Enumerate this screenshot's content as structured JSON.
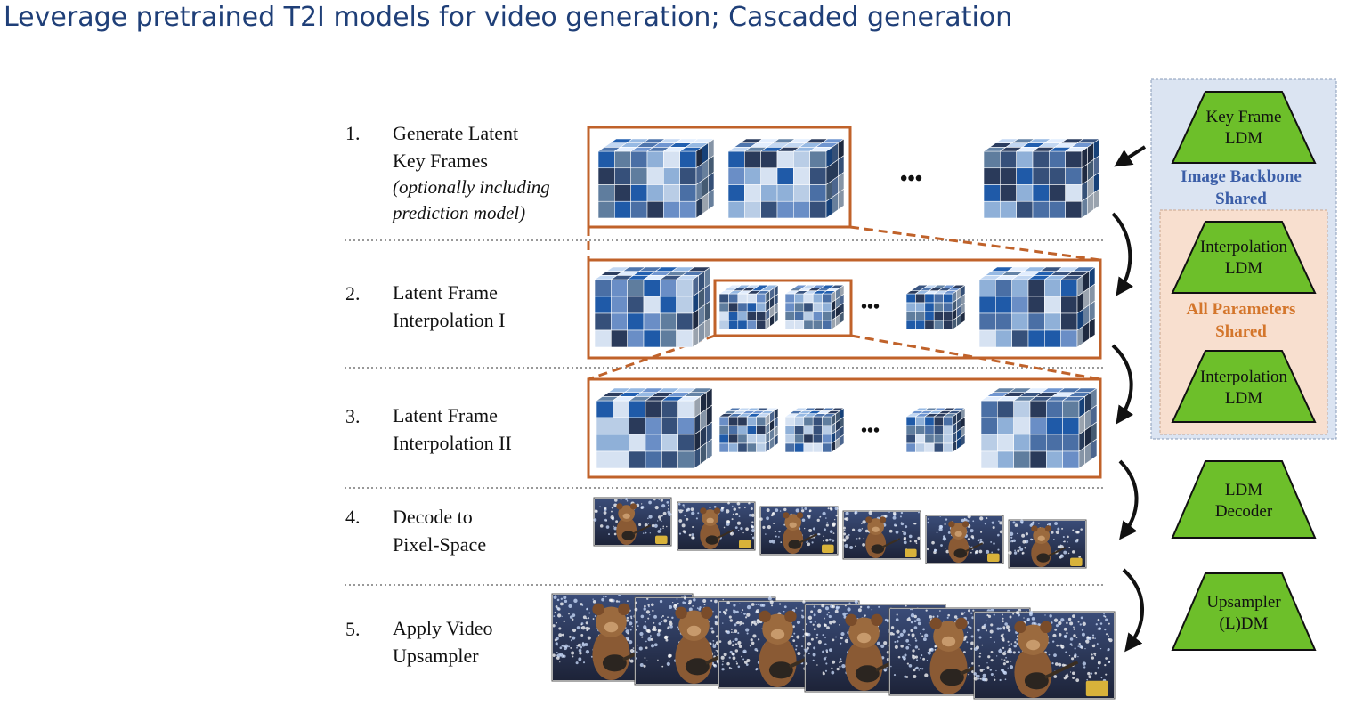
{
  "title": "Leverage pretrained T2I models for video generation; Cascaded generation",
  "steps": [
    {
      "num": "1.",
      "line1": "Generate Latent",
      "line2": "Key Frames",
      "line3": "(optionally including",
      "line4": "prediction model)"
    },
    {
      "num": "2.",
      "line1": "Latent Frame",
      "line2": "Interpolation I"
    },
    {
      "num": "3.",
      "line1": "Latent Frame",
      "line2": "Interpolation II"
    },
    {
      "num": "4.",
      "line1": "Decode to",
      "line2": "Pixel-Space"
    },
    {
      "num": "5.",
      "line1": "Apply Video",
      "line2": "Upsampler"
    }
  ],
  "ellipsis": "•••",
  "models": {
    "keyframe": {
      "line1": "Key Frame",
      "line2": "LDM"
    },
    "backbone_note": {
      "line1": "Image Backbone",
      "line2": "Shared"
    },
    "interp1": {
      "line1": "Interpolation",
      "line2": "LDM"
    },
    "params_note": {
      "line1": "All Parameters",
      "line2": "Shared"
    },
    "interp2": {
      "line1": "Interpolation",
      "line2": "LDM"
    },
    "decoder": {
      "line1": "LDM",
      "line2": "Decoder"
    },
    "upsampler": {
      "line1": "Upsampler",
      "line2": "(L)DM"
    }
  },
  "colors": {
    "title": "#1f3f78",
    "model_green": "#6dbf2a",
    "frame_border": "#c0622a",
    "backbone_panel": "#dbe4f2",
    "params_panel": "#f8dfcf",
    "backbone_text": "#3b5ea8",
    "params_text": "#d4762c"
  }
}
